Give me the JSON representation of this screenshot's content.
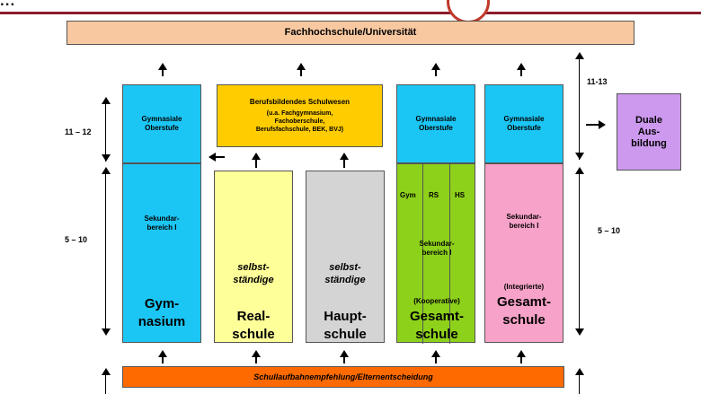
{
  "header": {
    "partial_title": "..."
  },
  "top": {
    "university": "Fachhochschule/Universität"
  },
  "ages": {
    "a1": "11 – 12",
    "a2": "5 – 10",
    "a3": "11-13",
    "a4": "5 – 10"
  },
  "gymnasium": {
    "upper": "Gymnasiale Oberstufe",
    "middle": "Sekundar-bereich I",
    "bottom": "Gym-nasium"
  },
  "berufs": {
    "title": "Berufsbildendes Schulwesen",
    "detail1": "(u.a. Fachgymnasium,",
    "detail2": "Fachoberschule,",
    "detail3": "Berufsfachschule, BEK, BVJ)"
  },
  "realschule": {
    "top": "selbst-ständige",
    "bottom": "Real-schule"
  },
  "hauptschule": {
    "top": "selbst-ständige",
    "bottom": "Haupt-schule"
  },
  "gesamt_koop": {
    "upper": "Gymnasiale Oberstufe",
    "col1": "Gym",
    "col2": "RS",
    "col3": "HS",
    "middle": "Sekundar-bereich I",
    "kind": "(Kooperative)",
    "bottom": "Gesamt-schule"
  },
  "gesamt_int": {
    "upper": "Gymnasiale Oberstufe",
    "middle": "Sekundar-bereich I",
    "kind": "(Integrierte)",
    "bottom": "Gesamt-schule"
  },
  "duale": {
    "label": "Duale Aus-bildung"
  },
  "bottom_bar": {
    "text": "Schullaufbahnempfehlung/Elternentscheidung"
  }
}
